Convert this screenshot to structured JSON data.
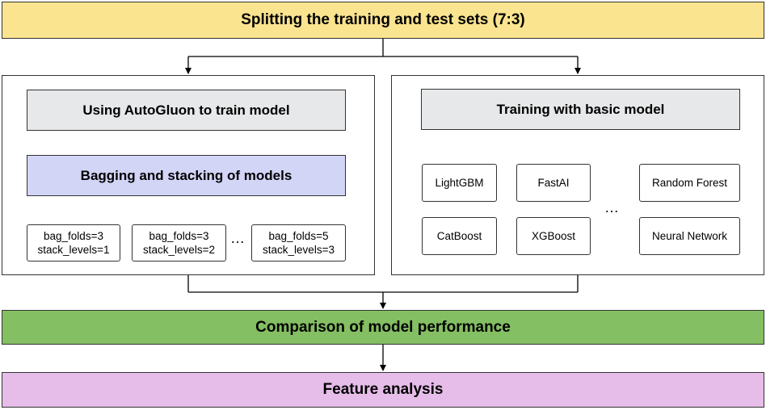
{
  "colors": {
    "yellow": "#fbe48f",
    "green": "#84bf63",
    "pink": "#e6bde9",
    "gray": "#e7e8e9",
    "lavender": "#d3d5f7"
  },
  "top_banner": "Splitting the training and test sets (7:3)",
  "left_panel": {
    "title": "Using AutoGluon to train model",
    "bagging": "Bagging and stacking of models",
    "configs": [
      {
        "line1": "bag_folds=3",
        "line2": "stack_levels=1"
      },
      {
        "line1": "bag_folds=3",
        "line2": "stack_levels=2"
      },
      {
        "line1": "bag_folds=5",
        "line2": "stack_levels=3"
      }
    ],
    "ellipsis": "…"
  },
  "right_panel": {
    "title": "Training with basic model",
    "models": [
      "LightGBM",
      "FastAI",
      "Random Forest",
      "CatBoost",
      "XGBoost",
      "Neural Network"
    ],
    "ellipsis": "…"
  },
  "comparison": "Comparison of model performance",
  "feature": "Feature analysis"
}
